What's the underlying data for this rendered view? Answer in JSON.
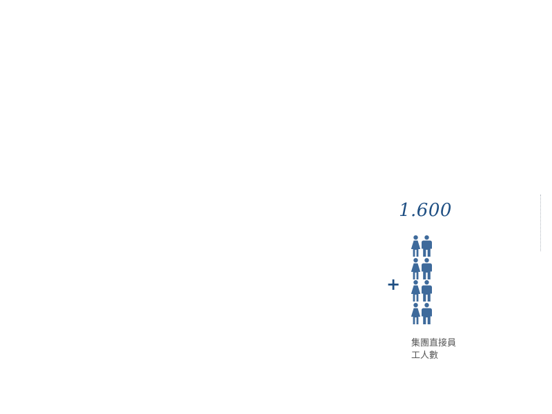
{
  "stat": {
    "value": "1.600",
    "prefix": "+",
    "label_line1": "集團直接員",
    "label_line2": "工人數",
    "accent_color": "#1f4f83",
    "icon_color": "#3e6a9b",
    "icon_pair": [
      "woman-icon",
      "man-icon"
    ],
    "icon_rows": 4
  }
}
